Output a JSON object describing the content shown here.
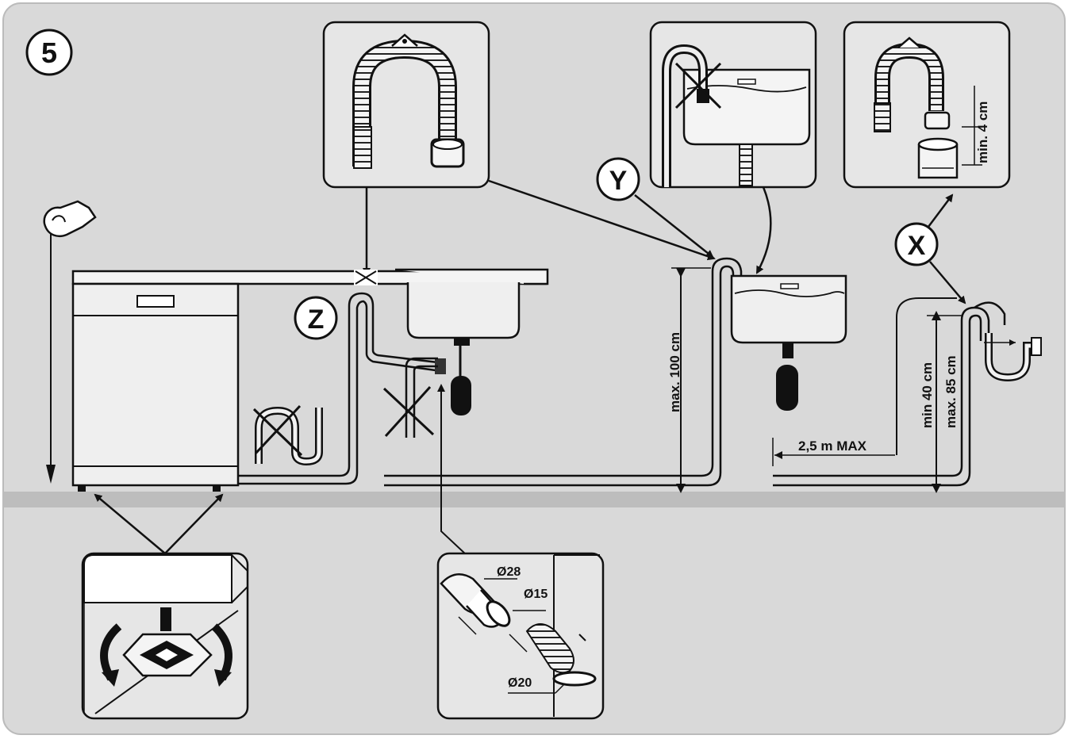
{
  "step_number": "5",
  "callouts": {
    "y": "Y",
    "z": "Z",
    "x": "X"
  },
  "dimensions": {
    "max_100": "max. 100 cm",
    "min_4": "min. 4 cm",
    "min_40": "min 40 cm",
    "max_85": "max. 85 cm",
    "length_max": "2,5 m MAX",
    "d28": "Ø28",
    "d15": "Ø15",
    "d20": "Ø20"
  },
  "colors": {
    "panel_bg": "#d9d9d9",
    "line": "#111111",
    "inset_bg": "#e6e6e6",
    "floor": "#bdbdbd"
  }
}
